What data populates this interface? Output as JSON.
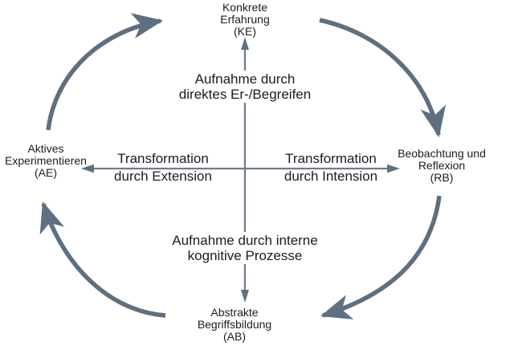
{
  "diagram": {
    "nodes": {
      "ke": {
        "line1": "Konkrete",
        "line2": "Erfahrung",
        "line3": "(KE)"
      },
      "rb": {
        "line1": "Beobachtung und",
        "line2": "Reflexion",
        "line3": "(RB)"
      },
      "ab": {
        "line1": "Abstrakte",
        "line2": "Begriffsbildung",
        "line3": "(AB)"
      },
      "ae": {
        "line1": "Aktives",
        "line2": "Experimentieren",
        "line3": "(AE)"
      }
    },
    "axis_labels": {
      "top": {
        "line1": "Aufnahme durch",
        "line2": "direktes Er-/Begreifen"
      },
      "bottom": {
        "line1": "Aufnahme durch interne",
        "line2": "kognitive Prozesse"
      },
      "left": {
        "line1": "Transformation",
        "line2": "durch Extension"
      },
      "right": {
        "line1": "Transformation",
        "line2": "durch Intension"
      }
    },
    "colors": {
      "arrow": "#5e6f81",
      "axis_line": "#6e7d8c",
      "axis_arrow": "#5f7081",
      "text": "#1c1c1c",
      "background": "#ffffff"
    }
  }
}
